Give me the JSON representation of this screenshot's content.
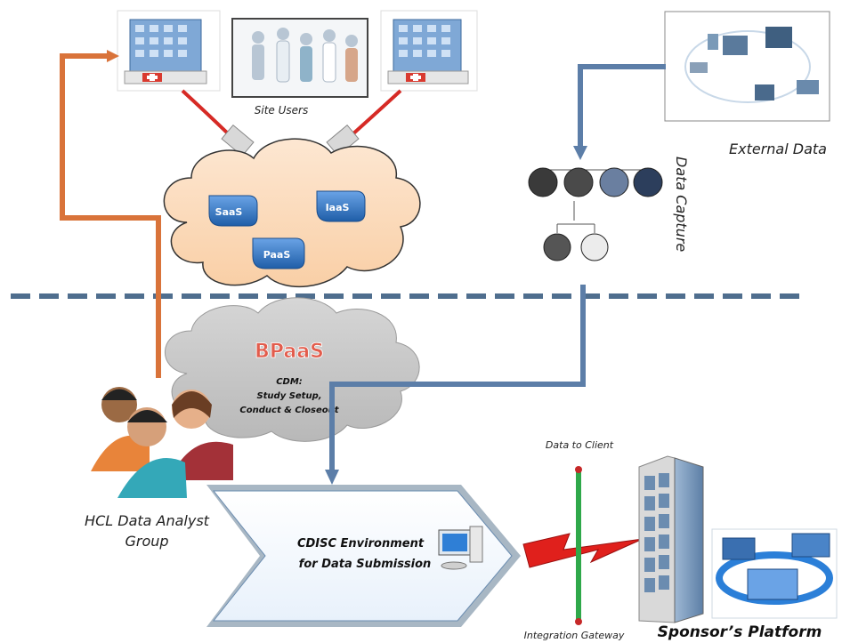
{
  "labels": {
    "site_users": "Site Users",
    "external_data": "External Data",
    "data_capture": "Data Capture",
    "saas": "SaaS",
    "iaas": "IaaS",
    "paas": "PaaS",
    "bpaas": "BPaaS",
    "cdm_line1": "CDM:",
    "cdm_line2": "Study Setup,",
    "cdm_line3": "Conduct & Closeout",
    "analyst_line1": "HCL Data Analyst",
    "analyst_line2": "Group",
    "cdisc_line1": "CDISC Environment",
    "cdisc_line2": "for Data Submission",
    "data_to_client": "Data to Client",
    "integration_gateway": "Integration Gateway",
    "sponsor_platform": "Sponsor’s Platform"
  },
  "colors": {
    "orange_arrow": "#d9733a",
    "blue_arrow": "#5c7ea8",
    "cloud_peach": "#fcd9b8",
    "cloud_gray": "#c9c9c9",
    "bubble_blue": "#2b6cb8",
    "bpaas_red": "#e25c4c",
    "dashed_line": "#4f6e8e",
    "gateway_green": "#2fa84a",
    "lightning_red": "#e0201c"
  },
  "icons": {
    "hospital_left": "hospital-building-icon",
    "hospital_right": "hospital-building-icon",
    "site_users_photo": "medical-staff-icon",
    "external_devices": "network-devices-icon",
    "analyst_group": "people-group-icon",
    "computer": "desktop-computer-icon",
    "sponsor_building": "office-tower-icon",
    "sponsor_devices": "connected-devices-icon"
  }
}
